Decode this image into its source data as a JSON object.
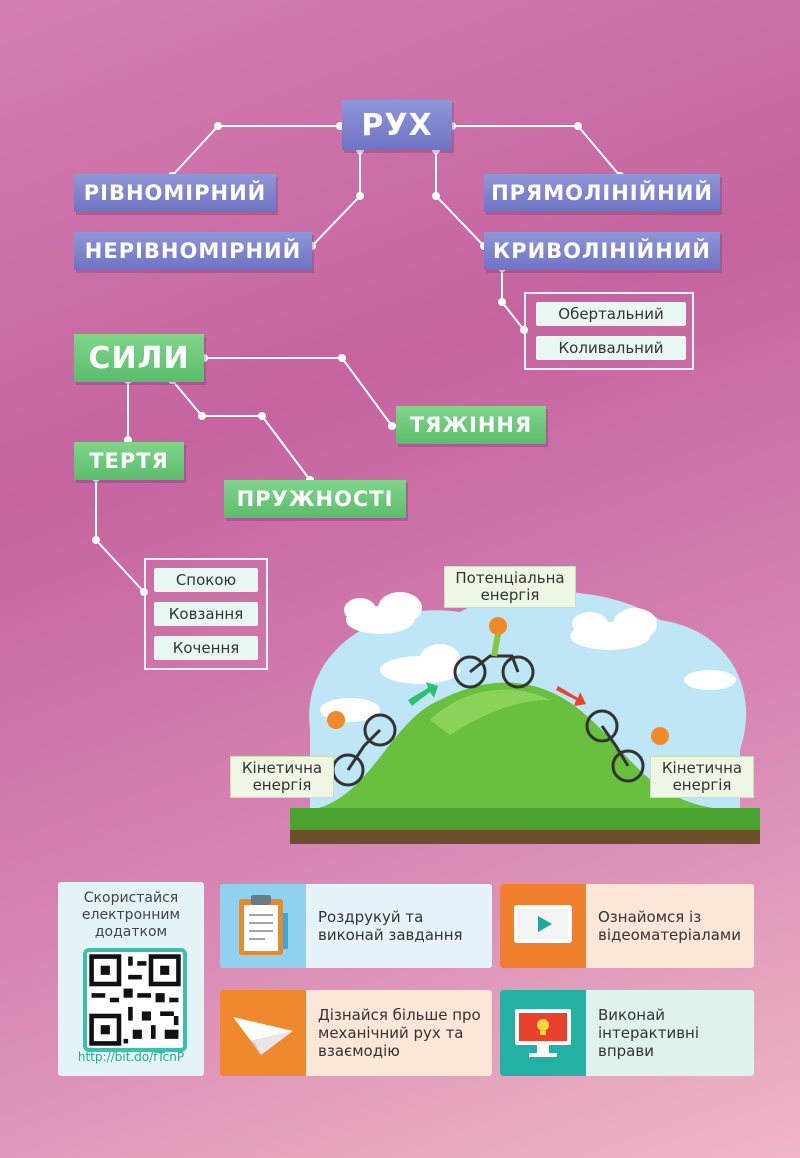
{
  "motion": {
    "root": "РУХ",
    "types": [
      "РІВНОМІРНИЙ",
      "НЕРІВНОМІРНИЙ",
      "ПРЯМОЛІНІЙНИЙ",
      "КРИВОЛІНІЙНИЙ"
    ],
    "curvilinear_subtypes": [
      "Обертальний",
      "Коливальний"
    ]
  },
  "forces": {
    "root": "СИЛИ",
    "types": [
      "ТЯЖІННЯ",
      "ТЕРТЯ",
      "ПРУЖНОСТІ"
    ],
    "friction_subtypes": [
      "Спокою",
      "Ковзання",
      "Кочення"
    ]
  },
  "energy_scene": {
    "top_label": "Потенціальна енергія",
    "left_label": "Кінетична енергія",
    "right_label": "Кінетична енергія"
  },
  "resources": {
    "qr_text": "Скористайся електронним додатком",
    "qr_url": "http://bit.do/fTcnP",
    "cards": [
      {
        "text": "Роздрукуй та виконай завдання",
        "icon": "clipboard-icon"
      },
      {
        "text": "Ознайомся із відеоматеріалами",
        "icon": "video-play-icon"
      },
      {
        "text": "Дізнайся більше про механічний рух та взаємодію",
        "icon": "paper-plane-icon"
      },
      {
        "text": "Виконай інтерактивні вправи",
        "icon": "monitor-lightbulb-icon"
      }
    ]
  },
  "colors": {
    "motion_tag": "#7479c6",
    "forces_tag": "#62c373",
    "connector": "#ffffff"
  }
}
